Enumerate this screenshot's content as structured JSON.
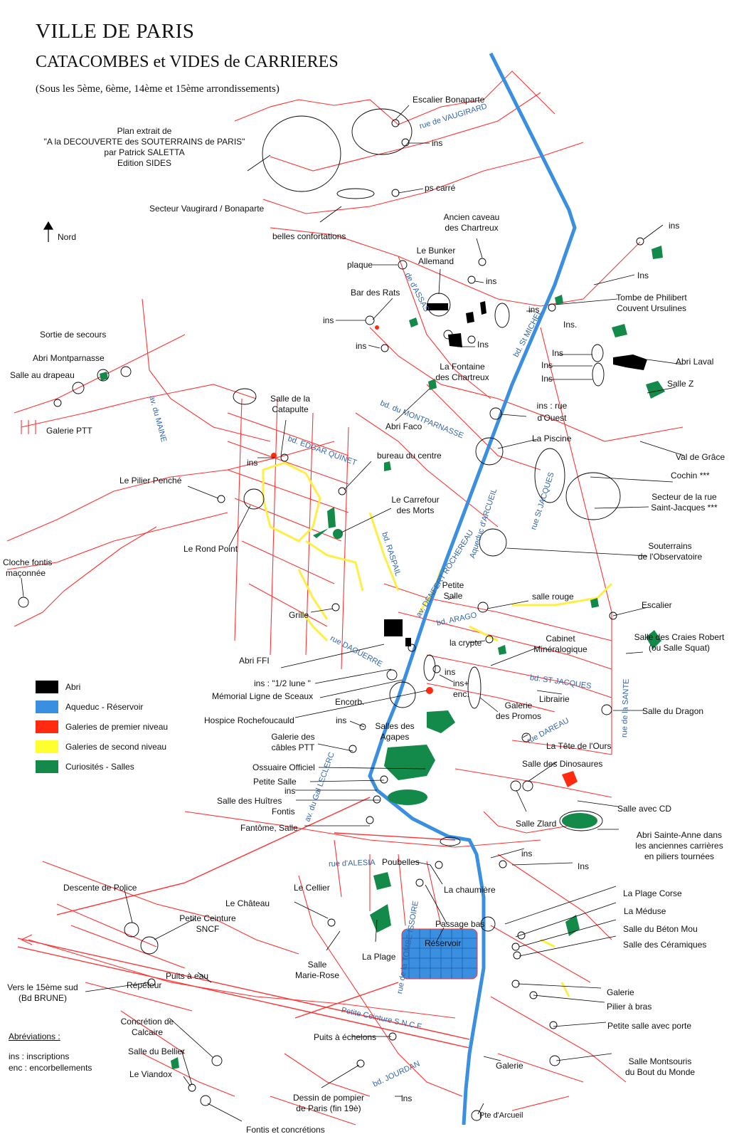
{
  "header": {
    "title": "VILLE DE PARIS",
    "subtitle": "CATACOMBES et VIDES de CARRIERES",
    "scope": "(Sous les 5ème, 6ème, 14ème et 15ème arrondissements)"
  },
  "source": {
    "line1": "Plan extrait de",
    "line2": "\"A la DECOUVERTE des SOUTERRAINS de PARIS\"",
    "line3": "par Patrick SALETTA",
    "line4": "Edition SIDES"
  },
  "north_label": "Nord",
  "legend": [
    {
      "label": "Abri",
      "color": "#000000"
    },
    {
      "label": "Aqueduc - Réservoir",
      "color": "#3a8fe0"
    },
    {
      "label": "Galeries de premier niveau",
      "color": "#ff2a10"
    },
    {
      "label": "Galeries de second niveau",
      "color": "#ffff30"
    },
    {
      "label": "Curiosités - Salles",
      "color": "#138a4a"
    }
  ],
  "abbreviations": {
    "title": "Abréviations :",
    "ins": "ins : inscriptions",
    "enc": "enc : encorbellements"
  },
  "colors": {
    "galleries": "#ff3333",
    "aqueduct": "#3a8fe0",
    "second": "#ffee44",
    "salles": "#138a4a",
    "streets": "#3366aa"
  },
  "streets": {
    "vaugirard": "rue de VAUGIRARD",
    "assas": "de d'ASSAS",
    "stmichel": "bd. St MICHEL",
    "montparnasse": "bd. du MONTPARNASSE",
    "maine": "av. du MAINE",
    "quinet": "bd. EDGAR QUINET",
    "arcueil": "Aqueduc d'ARCUEIL",
    "stjacques_rue": "rue St JACQUES",
    "raspail": "bd. RASPAIL",
    "rochereau": "av. DENFERT ROCHEREAU",
    "arago": "bd. ARAGO",
    "daguerre": "rue DAGUERRE",
    "stjacques_bd": "bd. ST JACQUES",
    "dareau": "rue DAREAU",
    "sante": "rue de la SANTE",
    "leclerc": "av. du Gal LECLERC",
    "alesia": "rue d'ALESIA",
    "issoire": "rue de la TOMBE ISSOIRE",
    "ceinture": "Petite Ceinture S.N.C.F",
    "jourdan": "bd. JOURDAN"
  },
  "labels": {
    "escalier_bonaparte": "Escalier Bonaparte",
    "ins_bonaparte": "ins",
    "ps_carre": "ps carré",
    "secteur_vaugirard": "Secteur Vaugirard / Bonaparte",
    "belles": "belles confortations",
    "ancien_caveau_1": "Ancien caveau",
    "ancien_caveau_2": "des Chartreux",
    "bunker_1": "Le Bunker",
    "bunker_2": "Allemand",
    "plaque": "plaque",
    "ins_bunker": "ins",
    "ins_ne": "ins",
    "ins_ne2": "Ins",
    "bar_des_rats": "Bar des Rats",
    "tombe_1": "Tombe de Philibert",
    "tombe_2": "Couvent Ursulines",
    "ins_bar": "ins",
    "ins_stmichel": "ins",
    "ins_stmichel2": "Ins.",
    "ins_fontaine": "Ins",
    "ins_left": "ins",
    "fontaine_1": "La Fontaine",
    "fontaine_2": "des Chartreux",
    "sortie": "Sortie de secours",
    "abri_montparnasse": "Abri Montparnasse",
    "salle_drapeau": "Salle au drapeau",
    "galerie_ptt": "Galerie PTT",
    "ins_laval1": "Ins",
    "ins_laval2": "Ins",
    "ins_laval3": "Ins",
    "abri_laval": "Abri Laval",
    "salle_z": "Salle Z",
    "catapulte_1": "Salle de la",
    "catapulte_2": "Catapulte",
    "abri_faco": "Abri Faco",
    "ins_ouest_1": "ins : rue",
    "ins_ouest_2": "d'Ouest",
    "piscine": "La Piscine",
    "val_grace": "Val de Grâce",
    "ins_catapulte": "ins",
    "bureau": "bureau du centre",
    "cochin": "Cochin ***",
    "pilier": "Le Pilier Penché",
    "carrefour_1": "Le Carrefour",
    "carrefour_2": "des Morts",
    "stjacques_1": "Secteur de la rue",
    "stjacques_2": "Saint-Jacques ***",
    "rond_point": "Le Rond Point",
    "observatoire_1": "Souterrains",
    "observatoire_2": "de l'Observatoire",
    "cloche_1": "Cloche fontis",
    "cloche_2": "maçonnée",
    "petite_salle_1": "Petite",
    "petite_salle_2": "Salle",
    "salle_rouge": "salle rouge",
    "escalier": "Escalier",
    "grille": "Grille",
    "cabinet_1": "Cabinet",
    "cabinet_2": "Minéralogique",
    "crypte": "la crypte",
    "craies_1": "Salle des Craies Robert",
    "craies_2": "(ou Salle Squat)",
    "abri_ffi": "Abri FFI",
    "ins_enc1": "ins",
    "ins_enc2": "ins+",
    "ins_enc3": "enc.",
    "lune": "ins : \"1/2 lune \"",
    "memorial": "Mémorial Ligne de Sceaux",
    "promos_1": "Galerie",
    "promos_2": "des Promos",
    "librairie": "Librairie",
    "dragon": "Salle du Dragon",
    "hospice": "Hospice Rochefoucauld",
    "encorb": "Encorb.",
    "ins_agapes": "ins",
    "agapes_1": "Salles des",
    "agapes_2": "Agapes",
    "cables_1": "Galerie des",
    "cables_2": "câbles PTT",
    "ours": "La Tête de l'Ours",
    "dinosaures": "Salle des Dinosaures",
    "ossuaire": "Ossuaire Officiel",
    "petite_salle": "Petite Salle",
    "ins_huitres": "ins",
    "huitres": "Salle des Huîtres",
    "fontis": "Fontis",
    "salle_cd": "Salle avec CD",
    "zlard": "Salle Zlard",
    "fantome": "Fantôme, Salle",
    "sainte_anne_1": "Abri Sainte-Anne dans",
    "sainte_anne_2": "les anciennes carrières",
    "sainte_anne_3": "en piliers tournées",
    "ins_alesia1": "ins",
    "ins_alesia2": "Ins",
    "poubelles": "Poubelles",
    "descente": "Descente de Police",
    "cellier": "Le Cellier",
    "chaumiere": "La chaumière",
    "plage_corse": "La Plage Corse",
    "chateau": "Le Château",
    "meduse": "La Méduse",
    "ceinture_1": "Petite Ceinture",
    "ceinture_2": "SNCF",
    "passage_bas": "Passage bas",
    "beton": "Salle du Béton Mou",
    "reservoir": "Réservoir",
    "ceramiques": "Salle des Céramiques",
    "marie_rose_1": "Salle",
    "marie_rose_2": "Marie-Rose",
    "la_plage": "La Plage",
    "puits_eau": "Puits à eau",
    "vers_1": "Vers le 15ème sud",
    "vers_2": "(Bd BRUNE)",
    "repeteur": "Répéteur",
    "galerie_r": "Galerie",
    "pilier_bras": "Pilier à bras",
    "concretion_1": "Concrétion de",
    "concretion_2": "Calcaire",
    "petite_porte": "Petite salle avec porte",
    "puits_echelons": "Puits à échelons",
    "bellier": "Salle du Bellier",
    "montsouris_1": "Salle Montsouris",
    "montsouris_2": "du Bout du Monde",
    "galerie_s": "Galerie",
    "viandox": "Le Viandox",
    "dessin_1": "Dessin de pompier",
    "dessin_2": "de Paris (fin 19è)",
    "ins_bottom": "ins",
    "pte_arcueil": "Pte d'Arcueil",
    "fontis_concretions": "Fontis et concrétions"
  }
}
